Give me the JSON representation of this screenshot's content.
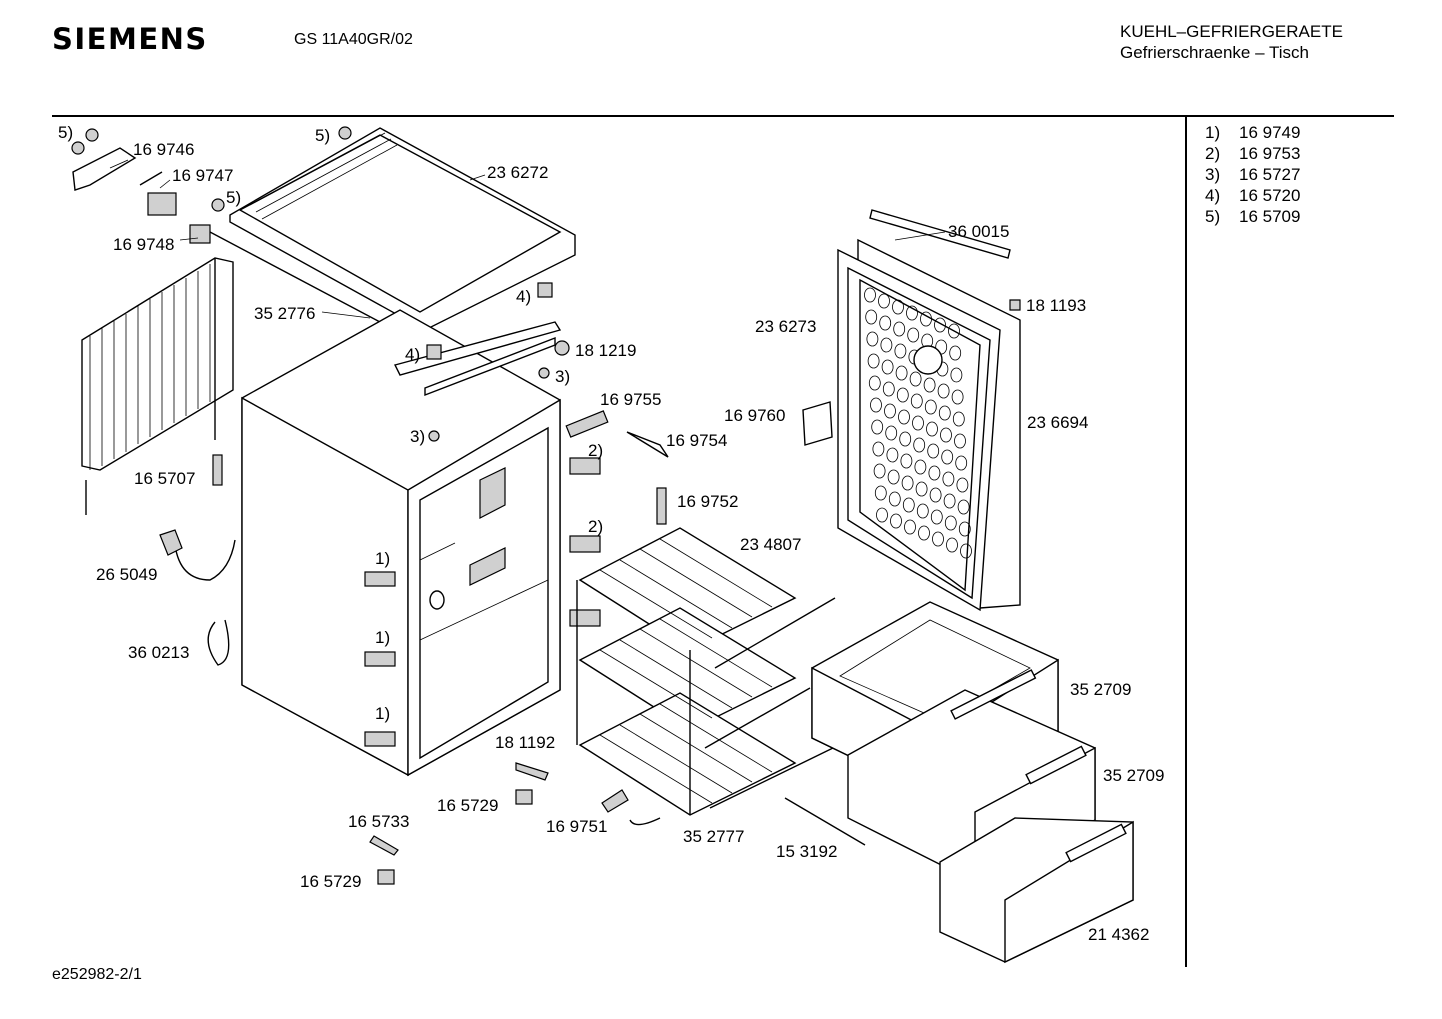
{
  "header": {
    "brand": "SIEMENS",
    "model": "GS 11A40GR/02",
    "category_line1": "KUEHL–GEFRIERGERAETE",
    "category_line2": "Gefrierschraenke – Tisch"
  },
  "legend": [
    {
      "key": "1)",
      "part": "16 9749"
    },
    {
      "key": "2)",
      "part": "16 9753"
    },
    {
      "key": "3)",
      "part": "16 5727"
    },
    {
      "key": "4)",
      "part": "16 5720"
    },
    {
      "key": "5)",
      "part": "16 5709"
    }
  ],
  "callouts": {
    "p169746": "16 9746",
    "p169747": "16 9747",
    "p169748": "16 9748",
    "p236272": "23 6272",
    "p352776": "35 2776",
    "p181219": "18 1219",
    "p169755": "16 9755",
    "p169754": "16 9754",
    "p169752": "16 9752",
    "p234807": "23 4807",
    "p165707": "16 5707",
    "p265049": "26 5049",
    "p360213": "36 0213",
    "p360015": "36 0015",
    "p181193": "18 1193",
    "p236273": "23 6273",
    "p169760": "16 9760",
    "p236694": "23 6694",
    "p352709a": "35 2709",
    "p352709b": "35 2709",
    "p181192": "18 1192",
    "p165729a": "16 5729",
    "p169751": "16 9751",
    "p352777": "35 2777",
    "p153192": "15 3192",
    "p165733": "16 5733",
    "p165729b": "16 5729",
    "p214362": "21 4362",
    "k5a": "5)",
    "k5b": "5)",
    "k5c": "5)",
    "k4a": "4)",
    "k4b": "4)",
    "k3a": "3)",
    "k3b": "3)",
    "k2a": "2)",
    "k2b": "2)",
    "k1a": "1)",
    "k1b": "1)",
    "k1c": "1)"
  },
  "footer": {
    "doc_id": "e252982-2/1"
  }
}
